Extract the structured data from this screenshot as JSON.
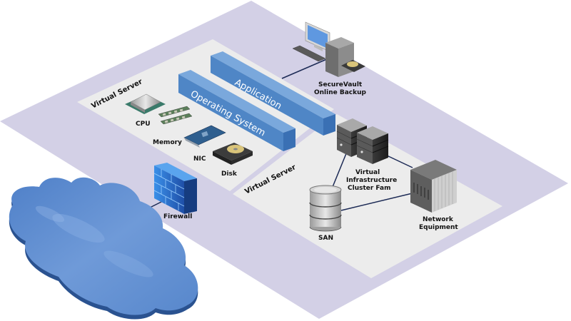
{
  "diagram": {
    "title": "Virtualized Infrastructure with Online Backup",
    "colors": {
      "outer_platform": "#d3d0e6",
      "inner_platform": "#ececec",
      "block_top": "#6d9fd6",
      "block_front": "#4f86c6",
      "block_side": "#3a70b4",
      "cloud": "#5f8fd0",
      "cloud_edge": "#2a5290",
      "firewall": "#2f78d8",
      "connector": "#1c2a55"
    },
    "zones": [
      {
        "id": "virtual-server-1",
        "label": "Virtual Server"
      },
      {
        "id": "virtual-server-2",
        "label": "Virtual Server"
      }
    ],
    "layers": [
      {
        "id": "application",
        "label": "Application"
      },
      {
        "id": "operating-system",
        "label": "Operating System"
      }
    ],
    "components": {
      "cpu": {
        "label": "CPU",
        "icon": "cpu-chip-icon"
      },
      "memory": {
        "label": "Memory",
        "icon": "memory-module-icon"
      },
      "nic": {
        "label": "NIC",
        "icon": "network-card-icon"
      },
      "disk": {
        "label": "Disk",
        "icon": "hard-disk-icon"
      },
      "backup": {
        "label_line1": "SecureVault",
        "label_line2": "Online Backup",
        "icon": "desktop-computer-icon"
      },
      "cluster": {
        "label_line1": "Virtual",
        "label_line2": "Infrastructure",
        "label_line3": "Cluster Fam",
        "icon": "server-tower-icon"
      },
      "san": {
        "label": "SAN",
        "icon": "database-cylinder-icon"
      },
      "network": {
        "label_line1": "Network",
        "label_line2": "Equipment",
        "icon": "network-rack-icon"
      },
      "firewall": {
        "label": "Firewall",
        "icon": "brick-wall-icon"
      },
      "internet": {
        "label": "",
        "icon": "cloud-icon"
      }
    },
    "connections": [
      {
        "from": "application",
        "to": "backup"
      },
      {
        "from": "cluster",
        "to": "san"
      },
      {
        "from": "cluster",
        "to": "network"
      },
      {
        "from": "san",
        "to": "network"
      },
      {
        "from": "internet",
        "to": "firewall"
      }
    ]
  }
}
